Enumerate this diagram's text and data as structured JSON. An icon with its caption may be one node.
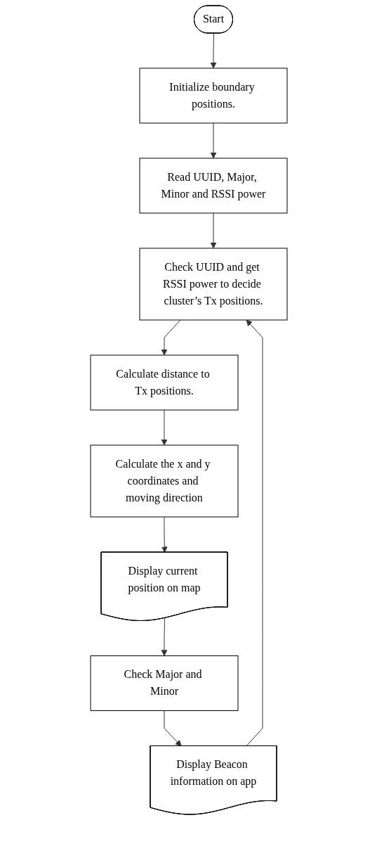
{
  "diagram": {
    "nodes": [
      {
        "text": [
          "Start"
        ]
      },
      {
        "text": [
          "Initialize boundary positions."
        ]
      },
      {
        "text": [
          "Read UUID, Major, Minor and RSSI power"
        ]
      },
      {
        "text": [
          "Check UUID and get RSSI power to decide cluster’s Tx positions."
        ]
      },
      {
        "text": [
          "Calculate distance to Tx positions."
        ]
      },
      {
        "text": [
          "Calculate the x and y coordinates and moving direction"
        ]
      },
      {
        "text": [
          "Display current position on map"
        ]
      },
      {
        "text": [
          "Display Beacon information on app"
        ]
      },
      {
        "text": [
          "Check Major and Minor"
        ]
      }
    ],
    "edges": [
      {
        "from": 0,
        "to": 1,
        "arrow": "to"
      },
      {
        "from": 1,
        "to": 2,
        "arrow": "to"
      },
      {
        "from": 2,
        "to": 3,
        "arrow": "to"
      },
      {
        "from": 3,
        "to": 4,
        "arrow": "to"
      },
      {
        "from": 4,
        "to": 5,
        "arrow": "to"
      },
      {
        "from": 5,
        "to": 6,
        "arrow": "to"
      },
      {
        "from": 6,
        "to": 8,
        "arrow": "to"
      },
      {
        "from": 8,
        "to": 7,
        "arrow": "to"
      },
      {
        "from": 7,
        "to": 3,
        "arrow": "to"
      }
    ]
  }
}
